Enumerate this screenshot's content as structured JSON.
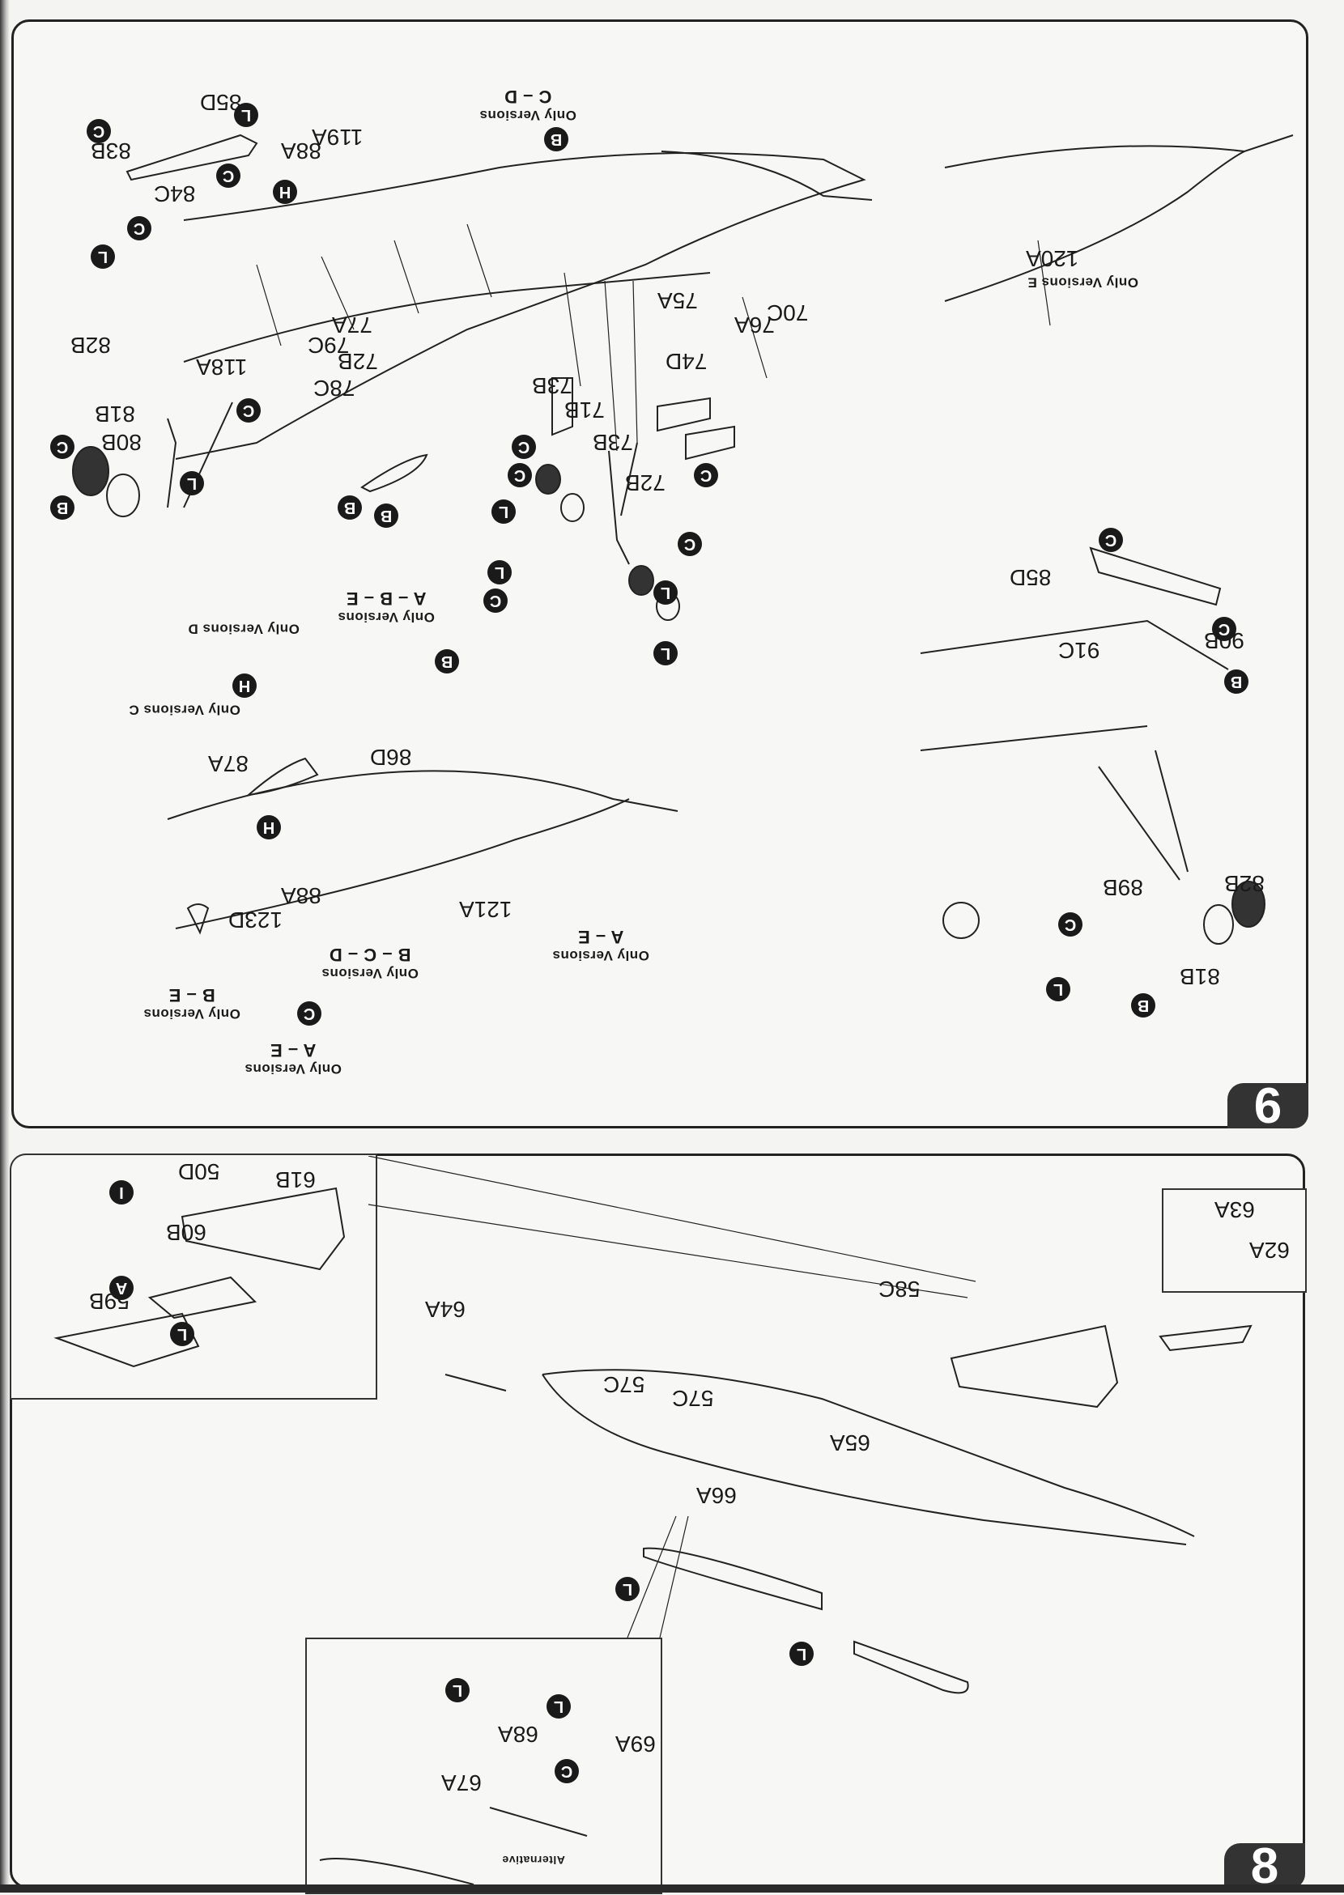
{
  "document": {
    "orientation": "upside-down (rotated 180°)",
    "content_type": "model aircraft assembly instructions"
  },
  "steps": [
    {
      "number": "6",
      "part_labels": {
        "p83": "83B",
        "p85a": "85D",
        "p84": "84C",
        "p88a": "88A",
        "p119": "119A",
        "p82a": "82B",
        "p81a": "81B",
        "p80": "80B",
        "p118": "118A",
        "p79": "79C",
        "p78": "78C",
        "p77": "77A",
        "p72a": "72B",
        "p73a": "73B",
        "p71": "71B",
        "p73b": "73B",
        "p72b": "72B",
        "p74": "74D",
        "p75": "75A",
        "p76": "76A",
        "p70": "70C",
        "p120": "120A",
        "p87": "87A",
        "p86": "86D",
        "p88b": "88A",
        "p123": "123D",
        "p121": "121A",
        "p85b": "85D",
        "p91": "91C",
        "p90": "90B",
        "p89": "89B",
        "p82b": "82B",
        "p81b": "81B"
      },
      "notes": {
        "cd": {
          "line1": "Only Versions",
          "line2": "C – D"
        },
        "d": {
          "line1": "Only Versions D"
        },
        "abe": {
          "line1": "Only Versions",
          "line2": "A – B – E"
        },
        "e": {
          "line1": "Only Versions E"
        },
        "c": {
          "line1": "Only Versions C"
        },
        "ae1": {
          "line1": "Only Versions",
          "line2": "A – E"
        },
        "bcd": {
          "line1": "Only Versions",
          "line2": "B – C – D"
        },
        "be": {
          "line1": "Only Versions",
          "line2": "B – E"
        },
        "ae2": {
          "line1": "Only Versions",
          "line2": "A – E"
        }
      },
      "sprue_markers": [
        "C",
        "L",
        "C",
        "L",
        "C",
        "H",
        "B",
        "C",
        "B",
        "L",
        "C",
        "B",
        "C",
        "B",
        "C",
        "L",
        "L",
        "C",
        "B",
        "C",
        "C",
        "B",
        "H",
        "H",
        "C",
        "L",
        "L",
        "C",
        "C",
        "C",
        "L",
        "B"
      ]
    },
    {
      "number": "8",
      "part_labels": {
        "p50": "50D",
        "p61": "61B",
        "p60": "60B",
        "p59": "59B",
        "p64": "64A",
        "p58": "58C",
        "p57a": "57C",
        "p57b": "57C",
        "p66": "66A",
        "p65": "65A",
        "p63": "63A",
        "p62": "62A",
        "p68": "68A",
        "p69": "69A",
        "p67": "67A"
      },
      "notes": {
        "alt": {
          "line1": "Alternative"
        }
      },
      "sprue_markers": [
        "I",
        "A",
        "L",
        "L",
        "L",
        "L",
        "L",
        "C"
      ]
    }
  ]
}
